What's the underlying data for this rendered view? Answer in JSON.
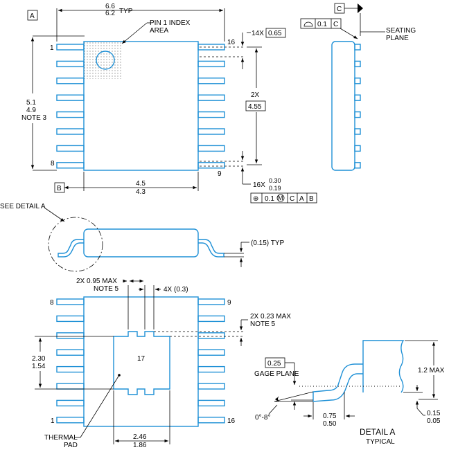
{
  "datums": {
    "a": "A",
    "b": "B",
    "c": "C"
  },
  "top_view": {
    "width_max": "6.6",
    "width_min": "6.2",
    "width_note": "TYP",
    "pin1_index": "PIN 1 INDEX",
    "pin1_area": "AREA",
    "pitch_count": "14X",
    "pitch_value": "0.65",
    "pin_16": "16",
    "pin_1": "1",
    "pin_8": "8",
    "pin_9": "9",
    "span_count": "2X",
    "span_value": "4.55",
    "length_max": "5.1",
    "length_min": "4.9",
    "length_note": "NOTE 3",
    "body_max": "4.5",
    "body_min": "4.3",
    "lead_count": "16X",
    "lead_max": "0.30",
    "lead_min": "0.19",
    "fcf_symbol": "⊕",
    "fcf_tol": "0.1",
    "fcf_mod": "M",
    "fcf_ref1": "C",
    "fcf_ref2": "A",
    "fcf_ref3": "B"
  },
  "side_view": {
    "flat_tol": "0.1",
    "flat_ref": "C",
    "seating_1": "SEATING",
    "seating_2": "PLANE"
  },
  "profile_view": {
    "see_detail": "SEE DETAIL  A",
    "thickness": "(0.15) TYP"
  },
  "bottom_view": {
    "max_095": "2X 0.95 MAX",
    "note5a": "NOTE 5",
    "small_03": "4X (0.3)",
    "max_023": "2X 0.23 MAX",
    "note5b": "NOTE 5",
    "pad_label": "17",
    "pad_h_max": "2.30",
    "pad_h_min": "1.54",
    "pad_w_max": "2.46",
    "pad_w_min": "1.86",
    "thermal_1": "THERMAL",
    "thermal_2": "PAD",
    "pin_8": "8",
    "pin_9": "9",
    "pin_1": "1",
    "pin_16": "16"
  },
  "detail_a": {
    "gage_val": "0.25",
    "gage_label": "GAGE PLANE",
    "max_height": "1.2 MAX",
    "angle": "0°-8°",
    "foot_max": "0.75",
    "foot_min": "0.50",
    "standoff_max": "0.15",
    "standoff_min": "0.05",
    "title": "DETAIL A",
    "subtitle": "TYPICAL"
  }
}
